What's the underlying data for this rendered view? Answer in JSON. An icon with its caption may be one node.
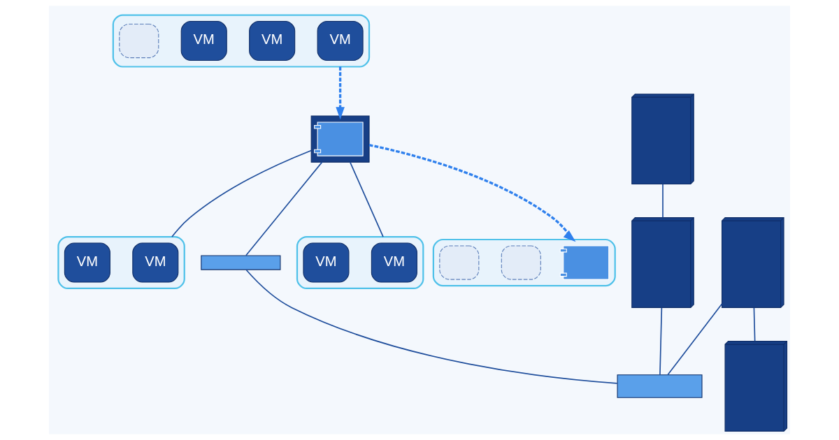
{
  "diagram": {
    "nodes": [
      {
        "text": [],
        "shape": "box"
      },
      {
        "text": [
          "VM"
        ],
        "in": 0
      },
      {
        "text": [
          "VM"
        ],
        "in": 0
      },
      {
        "text": [
          "VM"
        ],
        "in": 0
      },
      {
        "text": [],
        "shape": "box",
        "in": 0
      },
      {
        "text": [],
        "shape": "server"
      },
      {
        "text": [],
        "shape": "box"
      },
      {
        "text": [
          "VM"
        ],
        "in": 6
      },
      {
        "text": [
          "VM"
        ],
        "in": 6
      },
      {
        "text": [],
        "shape": "server"
      },
      {
        "text": [],
        "shape": "server"
      },
      {
        "text": [],
        "shape": "picture",
        "in": 10
      },
      {
        "text": [],
        "shape": "bar"
      },
      {
        "text": [],
        "shape": "switch"
      },
      {
        "text": [],
        "shape": "box"
      },
      {
        "text": [
          "VM"
        ],
        "in": 14
      },
      {
        "text": [
          "VM"
        ],
        "in": 14
      },
      {
        "text": [],
        "shape": "server"
      },
      {
        "text": [],
        "shape": "box"
      },
      {
        "text": [],
        "shape": "picture",
        "in": 18
      },
      {
        "text": [],
        "shape": "box",
        "in": 18
      },
      {
        "text": [],
        "shape": "box",
        "in": 18
      },
      {
        "text": [],
        "shape": "server"
      }
    ],
    "edges": [
      {
        "from": 0,
        "to": 10,
        "arrow": "to",
        "style": "dashed"
      },
      {
        "from": 10,
        "to": 18,
        "arrow": "to",
        "style": "dashed"
      },
      {
        "from": 10,
        "to": 6,
        "arrow": "none"
      },
      {
        "from": 10,
        "to": 14,
        "arrow": "none"
      },
      {
        "from": 10,
        "to": 12,
        "arrow": "none"
      },
      {
        "from": 12,
        "to": 13,
        "arrow": "none"
      },
      {
        "from": 9,
        "to": 13,
        "arrow": "none"
      },
      {
        "from": 17,
        "to": 13,
        "arrow": "none"
      },
      {
        "from": 5,
        "to": 9,
        "arrow": "none"
      },
      {
        "from": 17,
        "to": 22,
        "arrow": "none"
      }
    ]
  }
}
